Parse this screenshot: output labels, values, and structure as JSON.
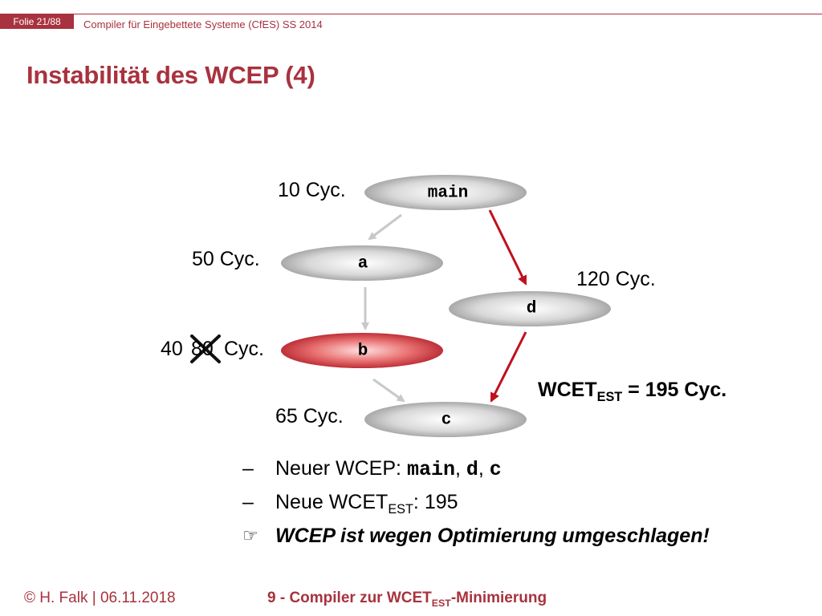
{
  "header": {
    "slide_number": "Folie 21/88",
    "course": "Compiler für Eingebettete Systeme (CfES) SS 2014"
  },
  "title": "Instabilität des WCEP (4)",
  "diagram": {
    "nodes": {
      "main": {
        "label": "main",
        "cycles": "10 Cyc."
      },
      "a": {
        "label": "a",
        "cycles": "50 Cyc."
      },
      "b": {
        "label": "b",
        "cycles_new": "40",
        "cycles_old": "80",
        "cycles_unit": "Cyc."
      },
      "c": {
        "label": "c",
        "cycles": "65 Cyc."
      },
      "d": {
        "label": "d",
        "cycles": "120 Cyc."
      }
    },
    "wcet_est": {
      "prefix": "WCET",
      "sub": "EST",
      "suffix": " = 195 Cyc."
    },
    "colors": {
      "accent": "#a8323e",
      "wcep_edge": "#c0101e",
      "normal_edge": "#c8c8c8",
      "node_gray": "#9a9a9a",
      "node_red": "#b8202e"
    }
  },
  "bullets": [
    {
      "mark": "–",
      "text": "Neuer WCEP: ",
      "code": [
        "main",
        "d",
        "c"
      ],
      "sep": ", "
    },
    {
      "mark": "–",
      "text_before": "Neue WCET",
      "sub": "EST",
      "text_after": ": 195"
    },
    {
      "mark_icon": "pointing-hand-icon",
      "mark": "☞",
      "text": "WCEP ist wegen Optimierung umgeschlagen!"
    }
  ],
  "footer": {
    "author": "© H. Falk | 06.11.2018",
    "title_before": "9 - Compiler zur WCET",
    "title_sub": "EST",
    "title_after": "-Minimierung"
  }
}
